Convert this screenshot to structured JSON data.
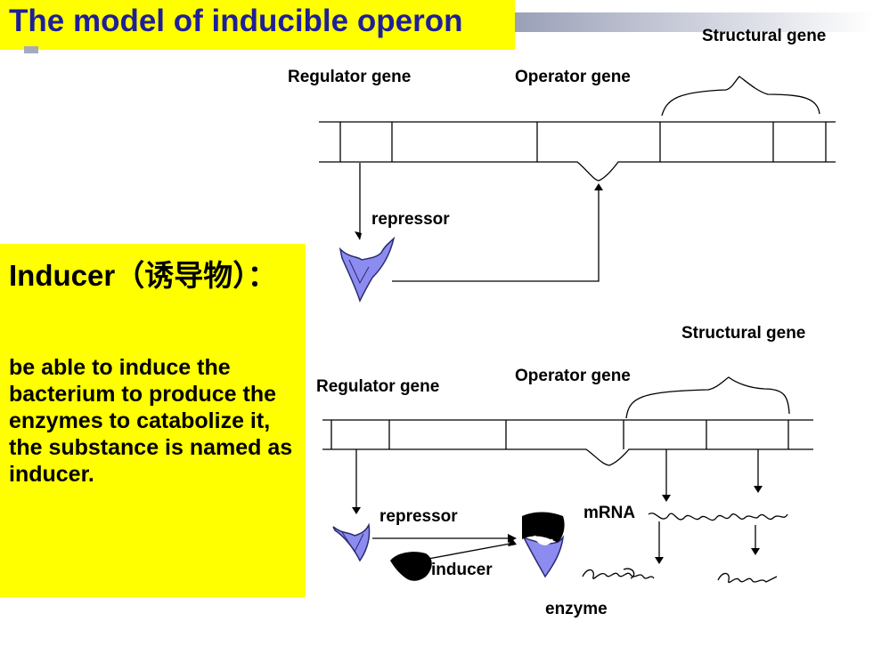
{
  "title": "The model of inducible operon",
  "side_panel": {
    "heading": "Inducer（诱导物）：",
    "body": "be able to induce the bacterium to produce the enzymes to catabolize it,  the substance is named as inducer."
  },
  "top_diagram": {
    "structural_gene": "Structural gene",
    "regulator_gene": "Regulator gene",
    "operator_gene": "Operator gene",
    "repressor": "repressor"
  },
  "bottom_diagram": {
    "structural_gene": "Structural gene",
    "regulator_gene": "Regulator gene",
    "operator_gene": "Operator gene",
    "repressor": "repressor",
    "mrna": "mRNA",
    "inducer": "inducer",
    "enzyme": "enzyme"
  },
  "colors": {
    "title_bg": "#ffff00",
    "title_text": "#1f1f99",
    "panel_bg": "#ffff00",
    "repressor_fill": "#8c8cf0",
    "inducer_fill": "#000000"
  }
}
